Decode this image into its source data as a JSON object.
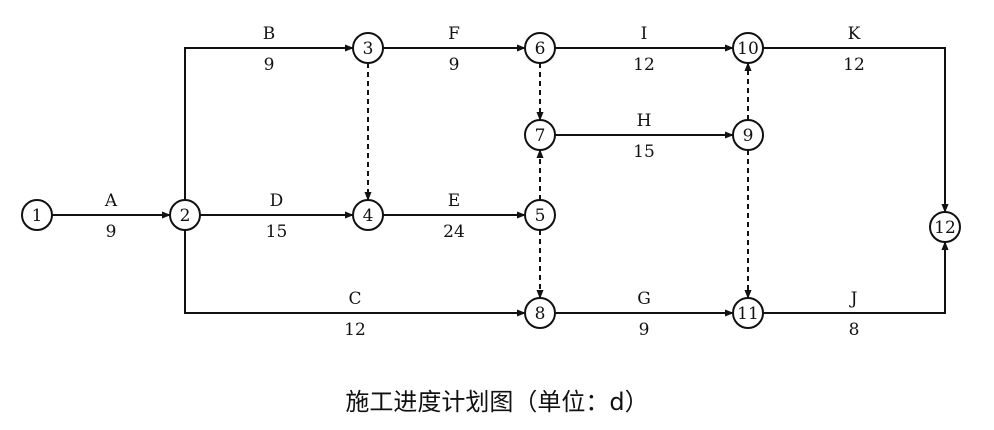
{
  "caption": "施工进度计划图（单位：d）",
  "nodes": [
    {
      "id": "1",
      "label": "1"
    },
    {
      "id": "2",
      "label": "2"
    },
    {
      "id": "3",
      "label": "3"
    },
    {
      "id": "4",
      "label": "4"
    },
    {
      "id": "5",
      "label": "5"
    },
    {
      "id": "6",
      "label": "6"
    },
    {
      "id": "7",
      "label": "7"
    },
    {
      "id": "8",
      "label": "8"
    },
    {
      "id": "9",
      "label": "9"
    },
    {
      "id": "10",
      "label": "10"
    },
    {
      "id": "11",
      "label": "11"
    },
    {
      "id": "12",
      "label": "12"
    }
  ],
  "activities": [
    {
      "name": "A",
      "duration": "9",
      "from": "1",
      "to": "2"
    },
    {
      "name": "B",
      "duration": "9",
      "from": "2",
      "to": "3"
    },
    {
      "name": "D",
      "duration": "15",
      "from": "2",
      "to": "4"
    },
    {
      "name": "C",
      "duration": "12",
      "from": "2",
      "to": "8"
    },
    {
      "name": "F",
      "duration": "9",
      "from": "3",
      "to": "6"
    },
    {
      "name": "E",
      "duration": "24",
      "from": "4",
      "to": "5"
    },
    {
      "name": "I",
      "duration": "12",
      "from": "6",
      "to": "10"
    },
    {
      "name": "H",
      "duration": "15",
      "from": "7",
      "to": "9"
    },
    {
      "name": "G",
      "duration": "9",
      "from": "8",
      "to": "11"
    },
    {
      "name": "K",
      "duration": "12",
      "from": "10",
      "to": "12"
    },
    {
      "name": "J",
      "duration": "8",
      "from": "11",
      "to": "12"
    }
  ],
  "dummies": [
    {
      "from": "3",
      "to": "4"
    },
    {
      "from": "6",
      "to": "7"
    },
    {
      "from": "5",
      "to": "7"
    },
    {
      "from": "5",
      "to": "8"
    },
    {
      "from": "9",
      "to": "10"
    },
    {
      "from": "9",
      "to": "11"
    }
  ]
}
